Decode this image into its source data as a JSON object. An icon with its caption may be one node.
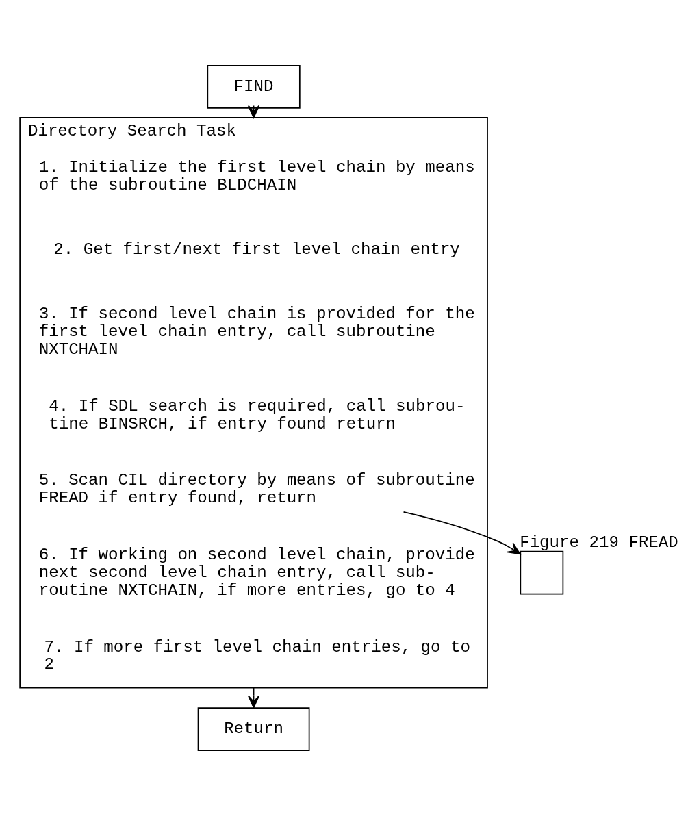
{
  "diagram": {
    "nodes": [
      {
        "text": [
          "FIND"
        ]
      },
      {
        "text": [
          "Directory Search Task"
        ]
      },
      {
        "text": [
          "1. Initialize the first level chain by means of the subroutine BLDCHAIN"
        ],
        "in": 1
      },
      {
        "text": [
          "2. Get first/next first level chain entry"
        ],
        "in": 1
      },
      {
        "text": [
          "3. If second level chain is provided for the first level chain entry, call subroutine NXTCHAIN"
        ],
        "in": 1
      },
      {
        "text": [
          "4. If SDL search is required, call subrou- tine BINSRCH, if entry found return"
        ],
        "in": 1
      },
      {
        "text": [
          "5. Scan CIL directory by means of subroutine FREAD if entry found, return"
        ],
        "in": 1
      },
      {
        "text": [
          "6. If working on second level chain, provide next second level chain entry, call sub- routine NXTCHAIN, if more entries, go to 4"
        ],
        "in": 1
      },
      {
        "text": [
          "7. If more first level chain entries, go to 2"
        ],
        "in": 1
      },
      {
        "text": [],
        "shape": "box",
        "beside": [
          "Figure 219 FREAD"
        ]
      },
      {
        "text": [
          "Return"
        ]
      }
    ],
    "edges": [
      {
        "from": 0,
        "to": 1,
        "arrow": "to"
      },
      {
        "from": 6,
        "to": 9,
        "arrow": "to"
      },
      {
        "from": 1,
        "to": 10,
        "arrow": "to"
      }
    ]
  }
}
